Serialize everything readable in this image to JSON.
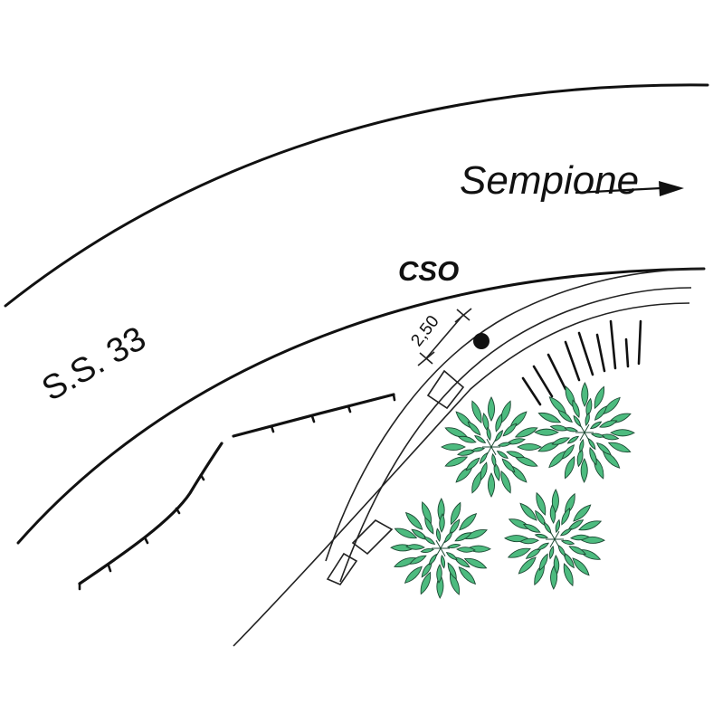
{
  "labels": {
    "direction": "Sempione",
    "road_name": "S.S. 33",
    "path_code": "CSO",
    "dimension": "2,50"
  },
  "colors": {
    "line": "#111111",
    "foliage": "#4dbb7f",
    "foliage_dark": "#1d4a34",
    "background": "#ffffff"
  },
  "icons": {
    "direction_arrow": "arrow-right-icon",
    "marker": "filled-circle",
    "tree": "tree-canopy-icon"
  },
  "trees_count": 4
}
